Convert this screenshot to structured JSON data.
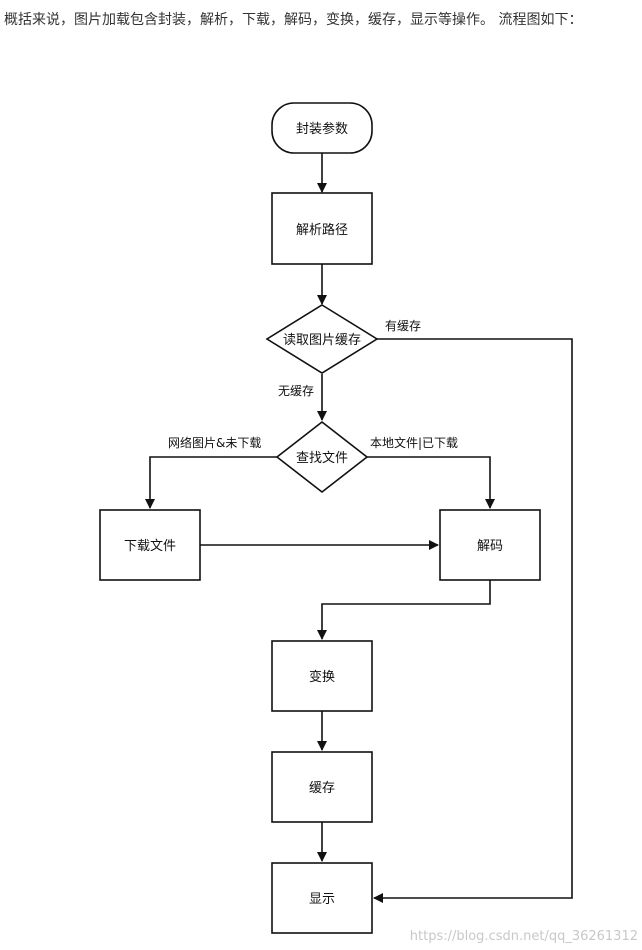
{
  "intro_text": "概括来说，图片加载包含封装，解析，下载，解码，变换，缓存，显示等操作。 流程图如下：",
  "flowchart": {
    "nodes": {
      "start": "封装参数",
      "parse": "解析路径",
      "read_cache": "读取图片缓存",
      "find_file": "查找文件",
      "download": "下载文件",
      "decode": "解码",
      "transform": "变换",
      "cache": "缓存",
      "display": "显示"
    },
    "edges": {
      "has_cache": "有缓存",
      "no_cache": "无缓存",
      "network_not_downloaded": "网络图片&未下载",
      "local_downloaded": "本地文件|已下载"
    }
  },
  "watermark": "https://blog.csdn.net/qq_36261312"
}
